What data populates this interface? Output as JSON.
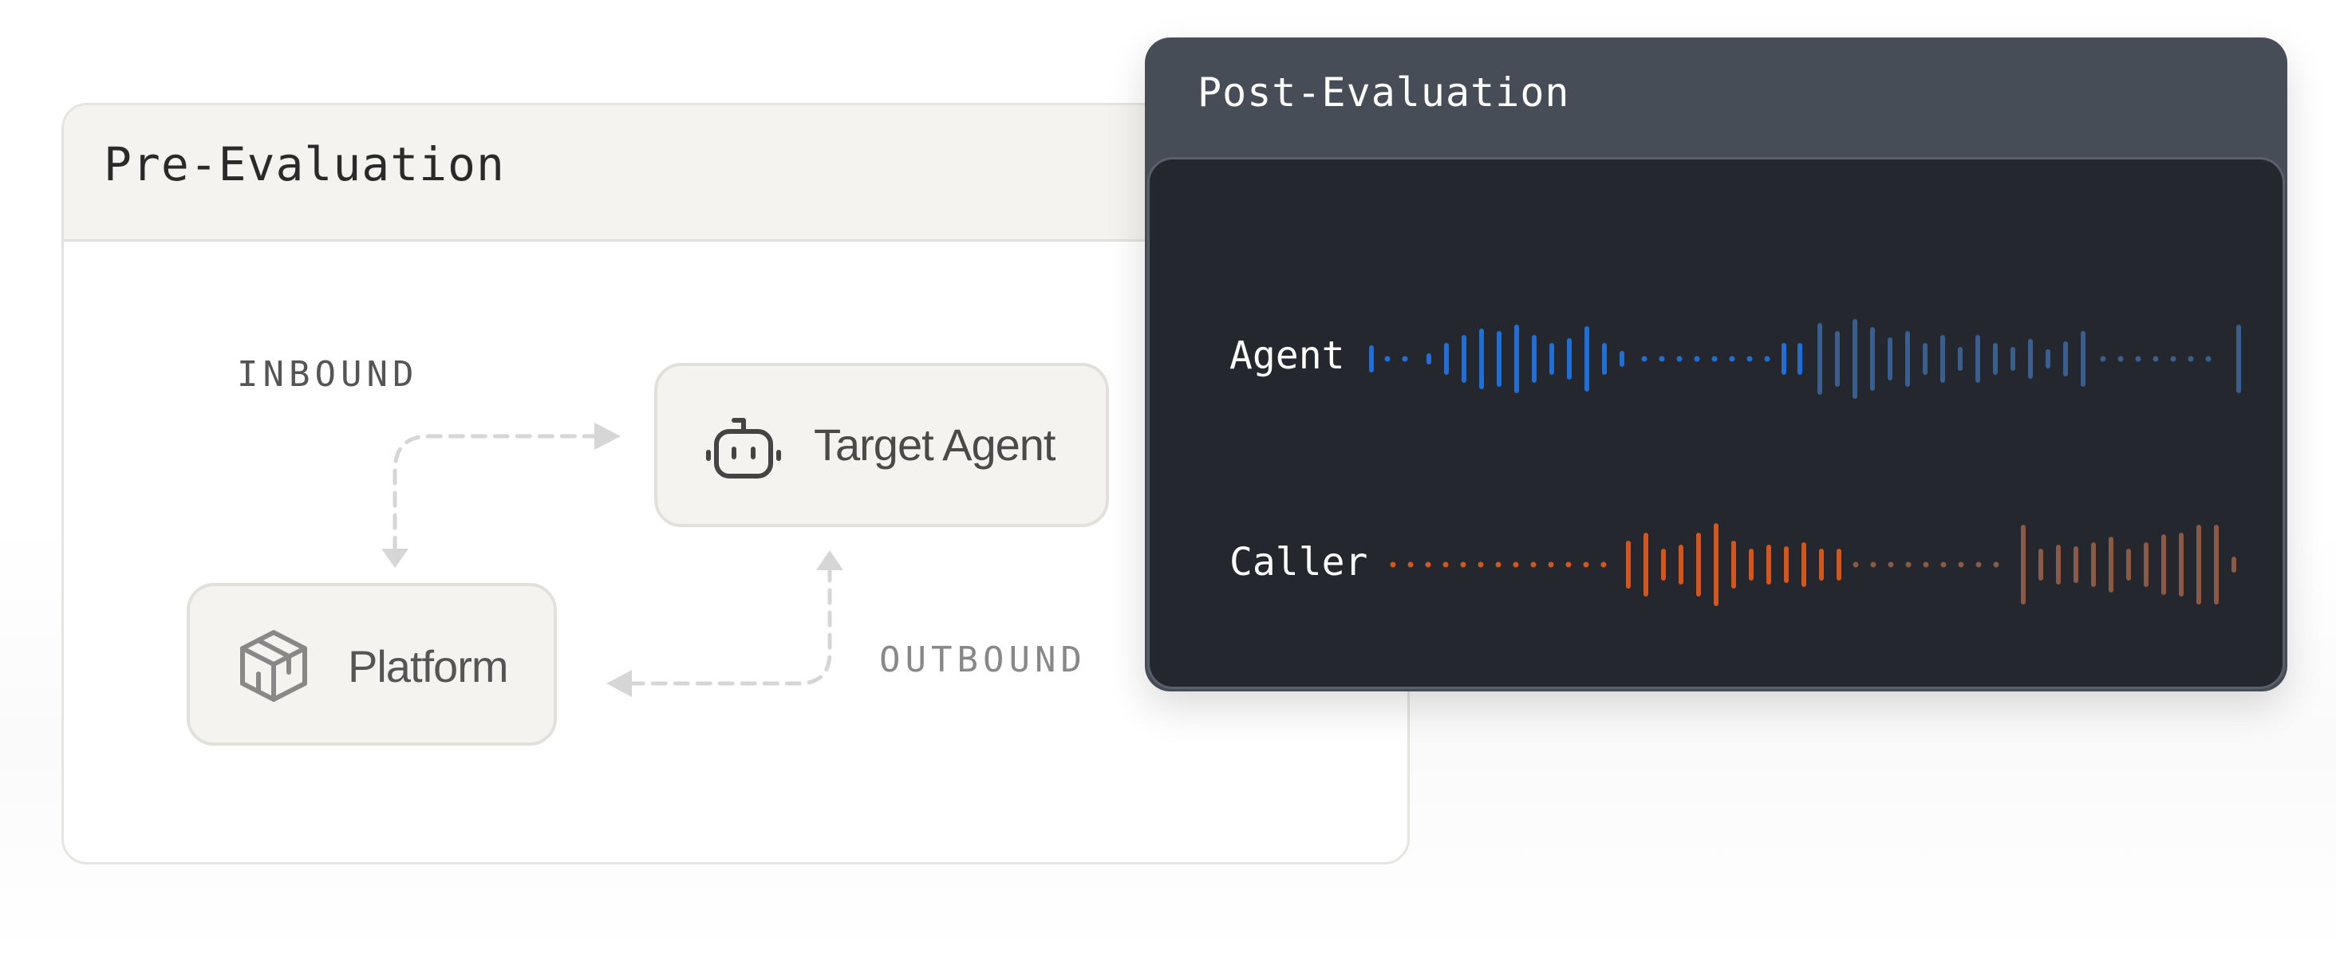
{
  "pre_evaluation": {
    "title": "Pre-Evaluation",
    "inbound_label": "INBOUND",
    "outbound_label": "OUTBOUND",
    "target_agent": {
      "label": "Target Agent",
      "icon": "robot-icon"
    },
    "platform": {
      "label": "Platform",
      "icon": "cube-icon"
    }
  },
  "post_evaluation": {
    "title": "Post-Evaluation",
    "tracks": [
      {
        "label": "Agent",
        "color": "#1f6fd6",
        "muted_color": "#3a5f8f"
      },
      {
        "label": "Caller",
        "color": "#d4561a",
        "muted_color": "#8a5a44"
      }
    ]
  },
  "colors": {
    "panel_border": "#e6e4df",
    "header_bg": "#f4f3ef",
    "dark_header": "#474d56",
    "dark_body": "#24282e",
    "connector": "#d6d6d6",
    "label_gray": "#555555",
    "outbound_gray": "#888888"
  }
}
